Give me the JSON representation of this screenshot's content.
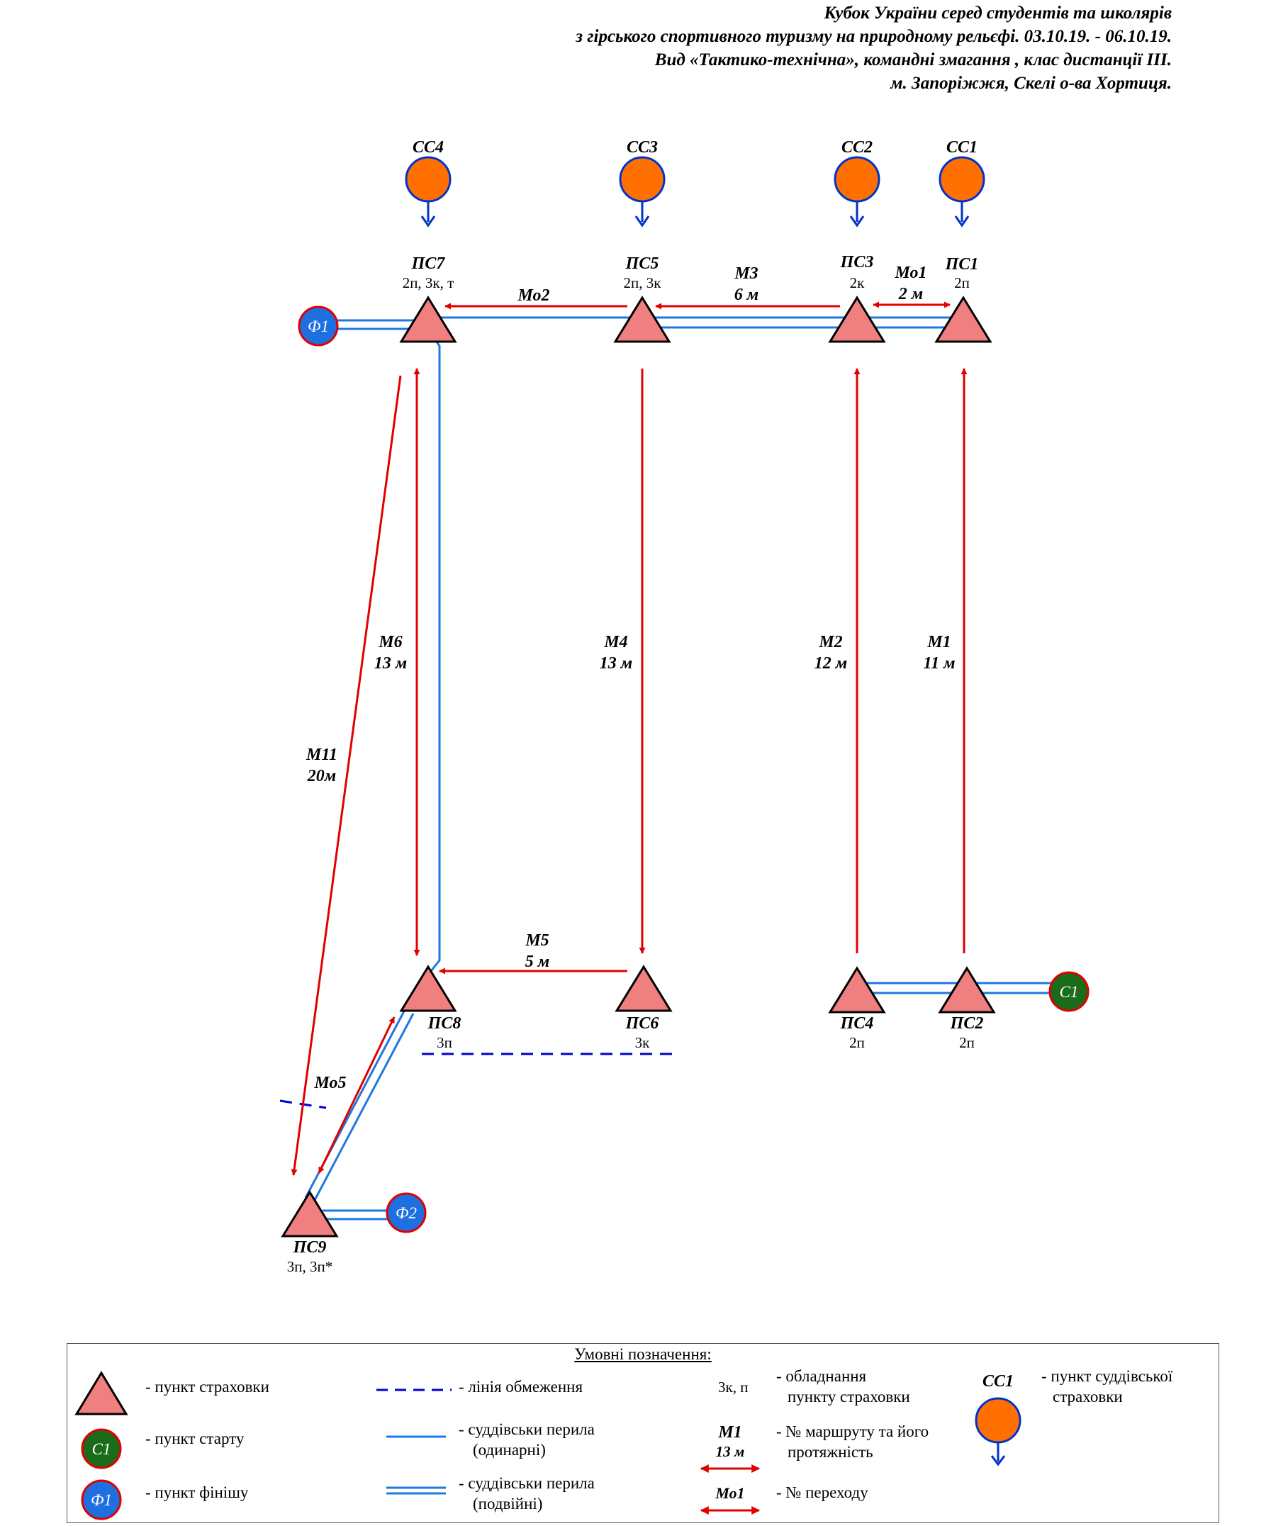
{
  "header": {
    "line1": "Кубок України серед студентів та школярів",
    "line2": "з гірського спортивного туризму на природному рельєфі. 03.10.19. - 06.10.19.",
    "line3": "Вид «Тактико-технічна», командні змагання , клас дистанції ІІІ.",
    "line4": "м. Запоріжжя, Скелі о-ва Хортиця."
  },
  "colors": {
    "triangle_fill": "#f08080",
    "judge_circle_fill": "#ff7000",
    "judge_circle_stroke": "#0033cc",
    "start_fill": "#1a6b1a",
    "finish_fill": "#1e6fe0",
    "marker_stroke": "#e00000",
    "rope": "#1e78e0",
    "route": "#e00000",
    "limit_line": "#0000d0"
  },
  "judge_points": [
    {
      "id": "cc4",
      "label": "СС4"
    },
    {
      "id": "cc3",
      "label": "СС3"
    },
    {
      "id": "cc2",
      "label": "СС2"
    },
    {
      "id": "cc1",
      "label": "СС1"
    }
  ],
  "stations": [
    {
      "id": "ps7",
      "name": "ПС7",
      "equipment": "2п, 3к, т"
    },
    {
      "id": "ps5",
      "name": "ПС5",
      "equipment": "2п, 3к"
    },
    {
      "id": "ps3",
      "name": "ПС3",
      "equipment": "2к"
    },
    {
      "id": "ps1",
      "name": "ПС1",
      "equipment": "2п"
    },
    {
      "id": "ps8",
      "name": "ПС8",
      "equipment": "3п"
    },
    {
      "id": "ps6",
      "name": "ПС6",
      "equipment": "3к"
    },
    {
      "id": "ps4",
      "name": "ПС4",
      "equipment": "2п"
    },
    {
      "id": "ps2",
      "name": "ПС2",
      "equipment": "2п"
    },
    {
      "id": "ps9",
      "name": "ПС9",
      "equipment": "3п, 3п*"
    }
  ],
  "start": {
    "label": "С1"
  },
  "finishes": [
    {
      "id": "f1",
      "label": "Ф1"
    },
    {
      "id": "f2",
      "label": "Ф2"
    }
  ],
  "routes": [
    {
      "id": "m1",
      "name": "М1",
      "length": "11 м"
    },
    {
      "id": "m2",
      "name": "М2",
      "length": "12 м"
    },
    {
      "id": "m3",
      "name": "М3",
      "length": "6 м"
    },
    {
      "id": "m4",
      "name": "М4",
      "length": "13 м"
    },
    {
      "id": "m5",
      "name": "М5",
      "length": "5 м"
    },
    {
      "id": "m6",
      "name": "М6",
      "length": "13 м"
    },
    {
      "id": "m11",
      "name": "М11",
      "length": "20м"
    }
  ],
  "transitions": [
    {
      "id": "mo1",
      "name": "Мо1",
      "length": "2 м"
    },
    {
      "id": "mo2",
      "name": "Мо2"
    },
    {
      "id": "mo5",
      "name": "Мо5"
    }
  ],
  "legend": {
    "title": "Умовні позначення:",
    "belay_point": "- пункт страховки",
    "start_point": "- пункт старту",
    "start_example": "С1",
    "finish_point": "- пункт фінішу",
    "finish_example": "Ф1",
    "limit_line": "- лінія обмеження",
    "single_rope_1": "- суддівськи перила",
    "single_rope_2": "(одинарні)",
    "double_rope_1": "- суддівськи перила",
    "double_rope_2": "(подвійні)",
    "equipment_example": "3к, п",
    "equipment_1": "- обладнання",
    "equipment_2": "пункту страховки",
    "route_example_name": "М1",
    "route_example_length": "13 м",
    "route_1": "- № маршруту та його",
    "route_2": "протяжність",
    "transition_example": "Мо1",
    "transition": "- № переходу",
    "judge_example": "СС1",
    "judge_1": "- пункт суддівської",
    "judge_2": "страховки"
  }
}
